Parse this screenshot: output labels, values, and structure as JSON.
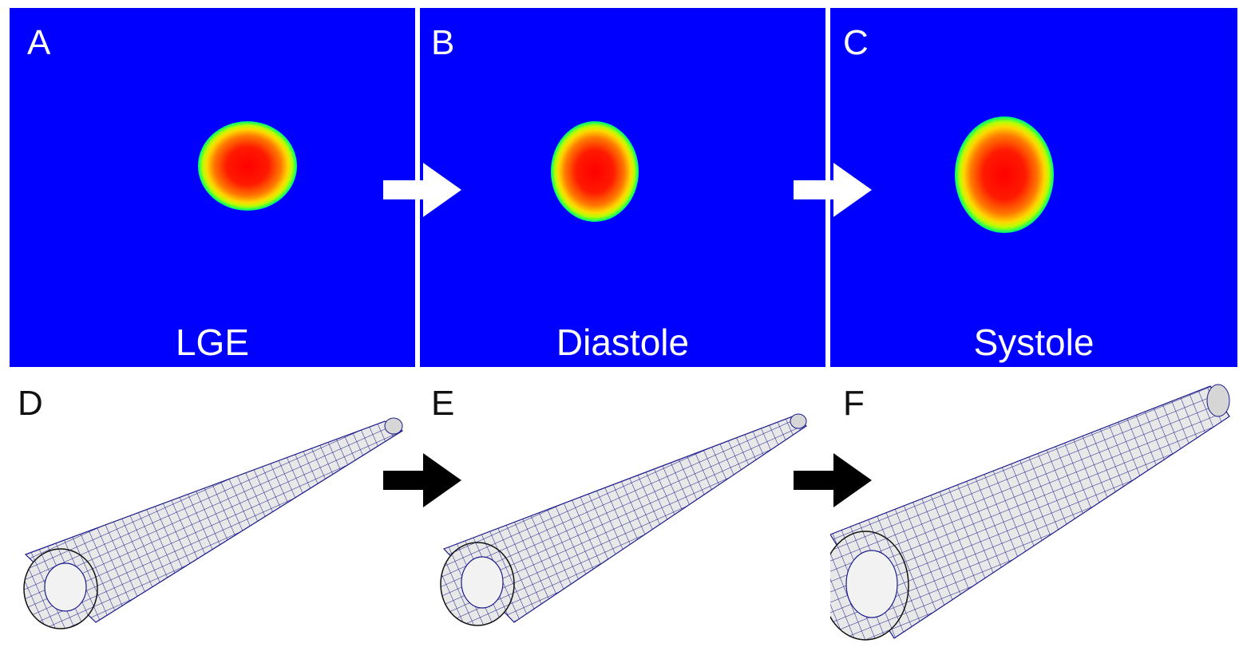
{
  "top_row": {
    "panels": [
      {
        "letter": "A",
        "caption": "LGE"
      },
      {
        "letter": "B",
        "caption": "Diastole"
      },
      {
        "letter": "C",
        "caption": "Systole"
      }
    ]
  },
  "bottom_row": {
    "panels": [
      {
        "letter": "D"
      },
      {
        "letter": "E"
      },
      {
        "letter": "F"
      }
    ]
  },
  "colors": {
    "background_field": "#0000ff",
    "mesh_line": "#1a1a8c",
    "tube_surface": "#e6e6e6",
    "arrow_top": "#ffffff",
    "arrow_bottom": "#000000"
  }
}
